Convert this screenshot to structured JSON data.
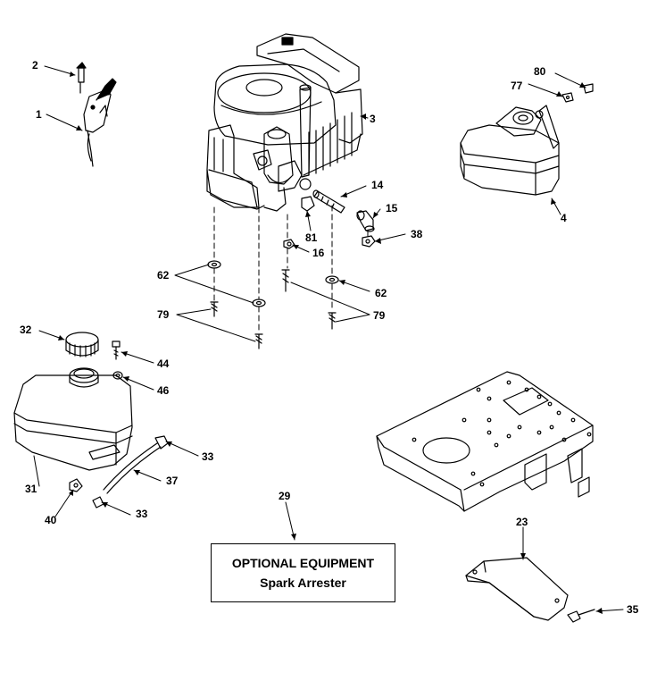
{
  "callouts": {
    "c1": "1",
    "c2": "2",
    "c3": "3",
    "c4": "4",
    "c14": "14",
    "c15": "15",
    "c16": "16",
    "c23": "23",
    "c29": "29",
    "c31": "31",
    "c32": "32",
    "c33a": "33",
    "c33b": "33",
    "c35": "35",
    "c37": "37",
    "c38": "38",
    "c40": "40",
    "c44": "44",
    "c46": "46",
    "c62a": "62",
    "c62b": "62",
    "c77": "77",
    "c79a": "79",
    "c79b": "79",
    "c80": "80",
    "c81": "81"
  },
  "optional_box": {
    "title": "OPTIONAL EQUIPMENT",
    "subtitle": "Spark Arrester"
  }
}
